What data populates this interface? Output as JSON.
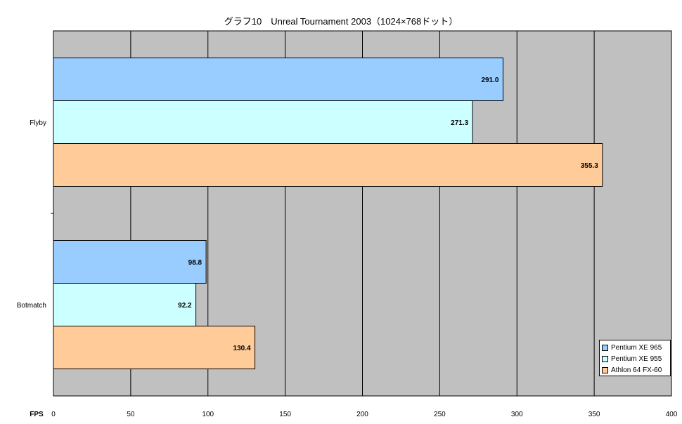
{
  "chart_data": {
    "type": "bar",
    "orientation": "horizontal",
    "title": "グラフ10　Unreal Tournament 2003（1024×768ドット）",
    "xlabel": "FPS",
    "xlim": [
      0,
      400
    ],
    "xticks": [
      0,
      50,
      100,
      150,
      200,
      250,
      300,
      350,
      400
    ],
    "grid": true,
    "legend_position": "bottom-right",
    "categories": [
      "Flyby",
      "Botmatch"
    ],
    "series": [
      {
        "name": "Pentium XE 965",
        "color": "#99ccff",
        "values": [
          291.0,
          98.8
        ],
        "labels": [
          "291.0",
          "98.8"
        ]
      },
      {
        "name": "Pentium XE 955",
        "color": "#ccffff",
        "values": [
          271.3,
          92.2
        ],
        "labels": [
          "271.3",
          "92.2"
        ]
      },
      {
        "name": "Athlon 64 FX-60",
        "color": "#ffcc99",
        "values": [
          355.3,
          130.4
        ],
        "labels": [
          "355.3",
          "130.4"
        ]
      }
    ],
    "plot_background": "#c0c0c0"
  }
}
